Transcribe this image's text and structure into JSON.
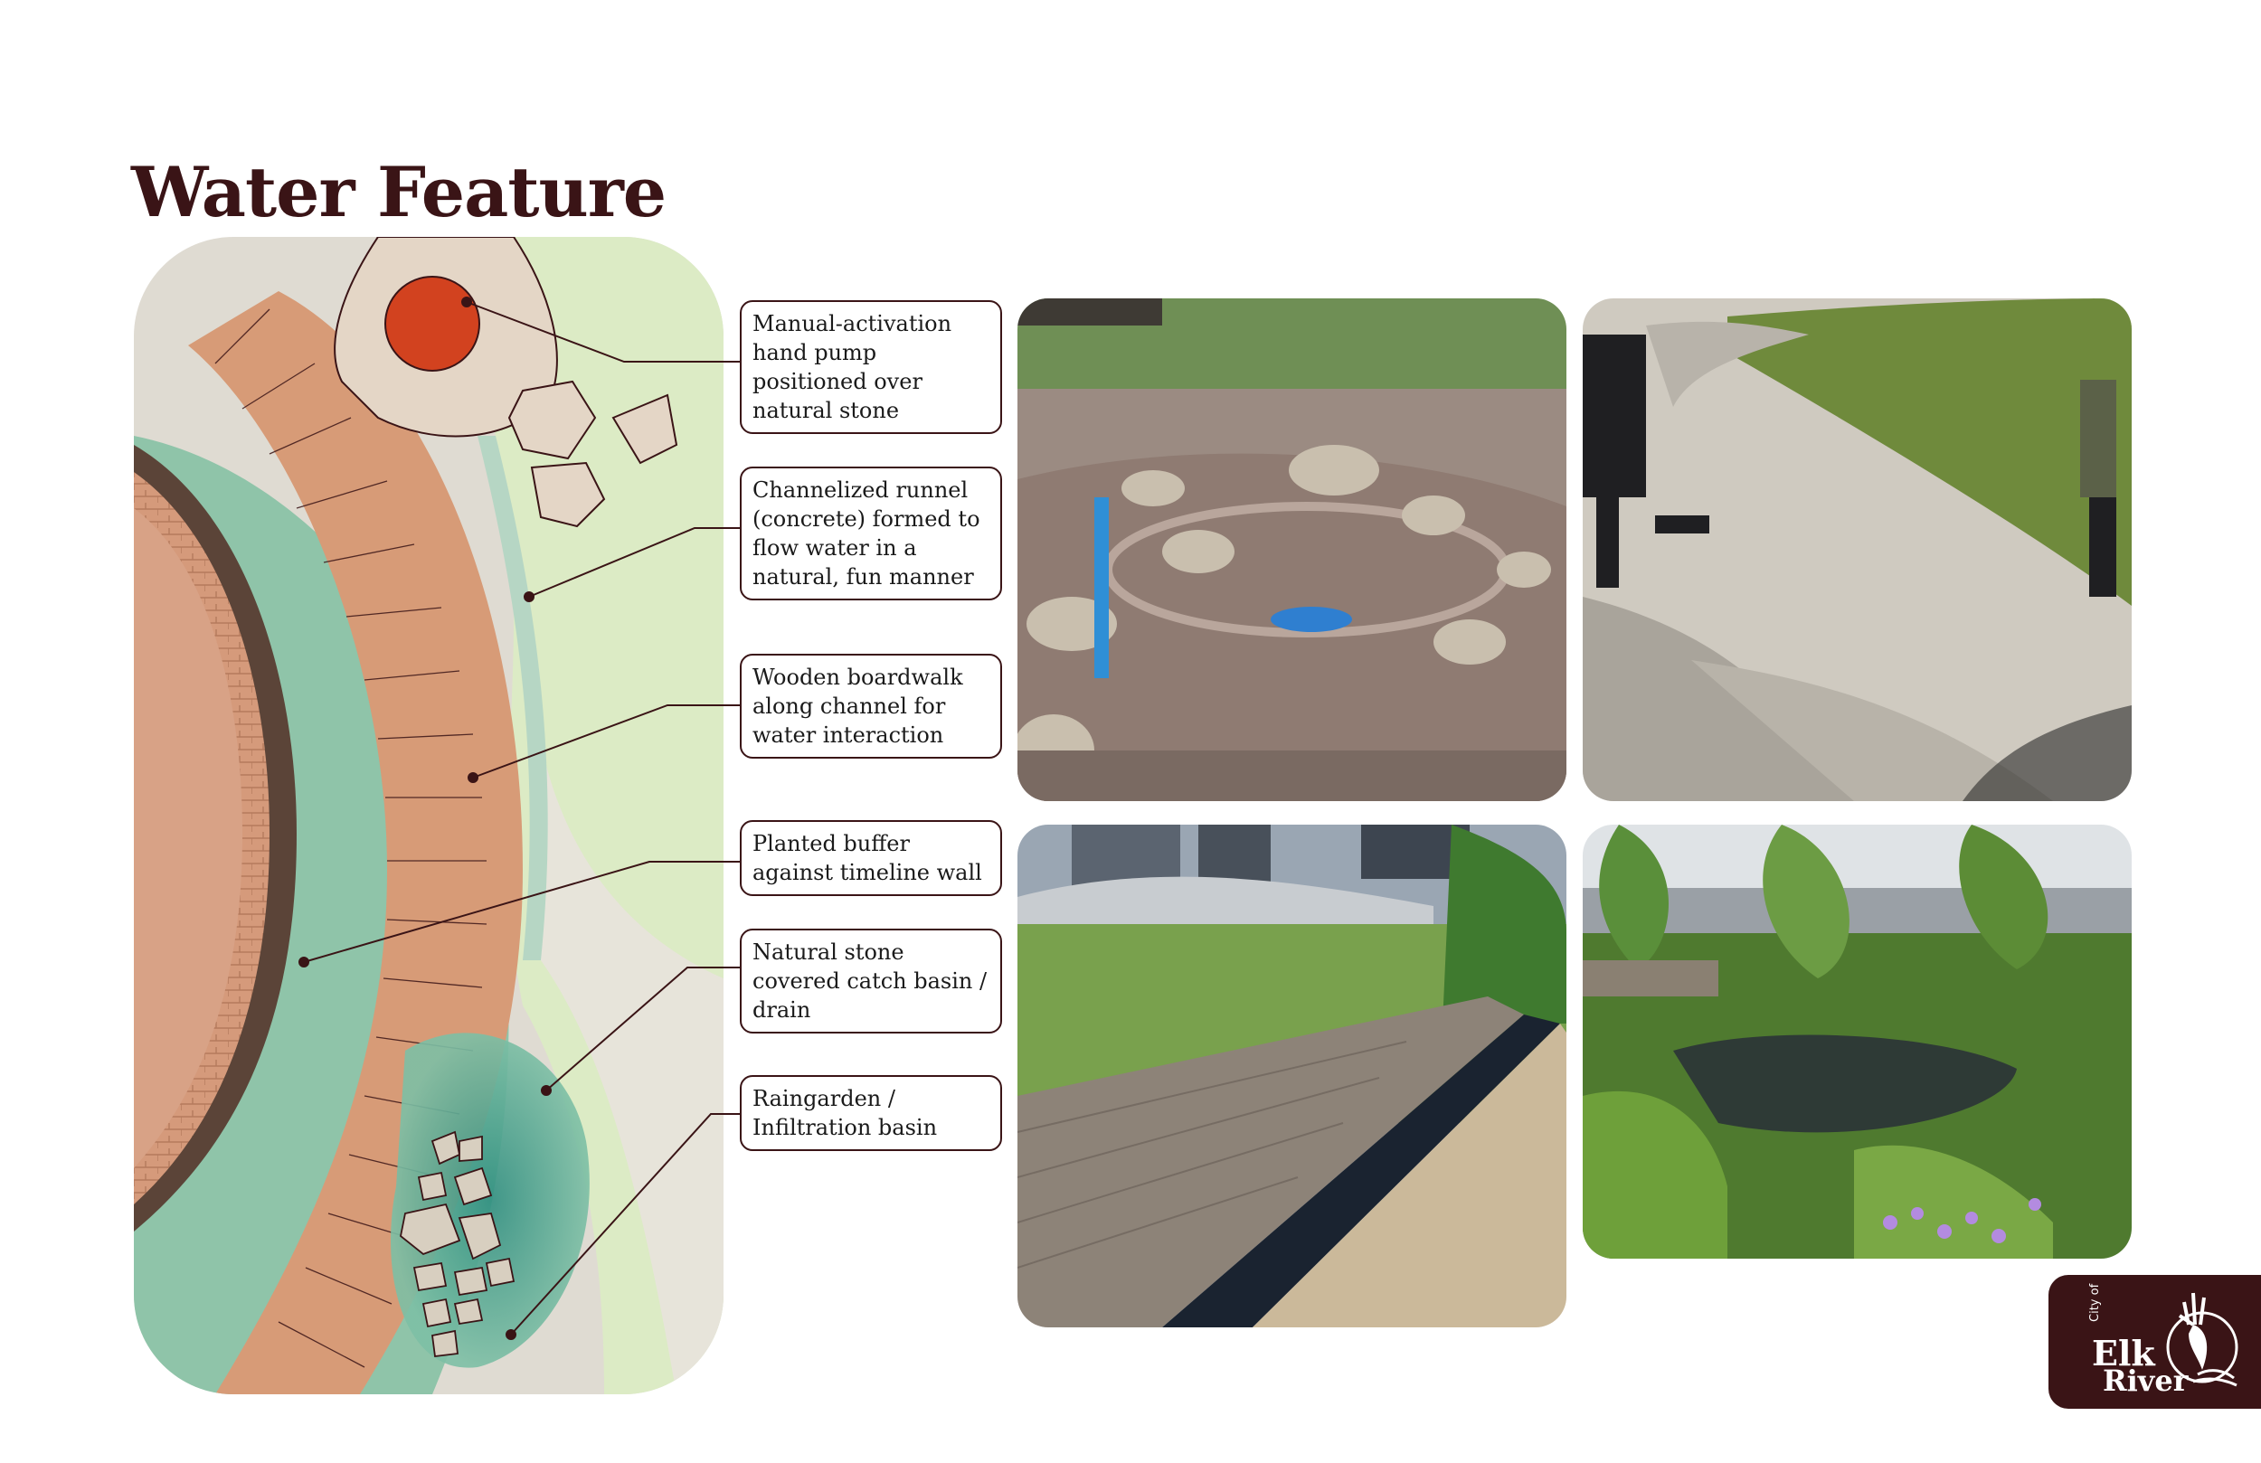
{
  "page": {
    "title": "Water Feature"
  },
  "callouts": [
    {
      "text": "Manual-activation hand pump positioned over natural stone"
    },
    {
      "text": "Channelized runnel (concrete) formed to flow water in a natural, fun manner"
    },
    {
      "text": "Wooden boardwalk along channel for water interaction"
    },
    {
      "text": "Planted buffer against timeline wall"
    },
    {
      "text": "Natural stone covered catch basin / drain"
    },
    {
      "text": "Raingarden / Infiltration basin"
    }
  ],
  "photos": [
    {
      "name": "splash-pad-photo"
    },
    {
      "name": "kids-runnel-photo"
    },
    {
      "name": "boardwalk-channel-photo"
    },
    {
      "name": "raingarden-photo"
    }
  ],
  "logo": {
    "city": "City of",
    "line1": "Elk",
    "line2": "River",
    "icon": "elk-head-icon"
  },
  "colors": {
    "brand": "#3a1416",
    "pump": "#d2421f",
    "boardwalk": "#d79b77",
    "teal": "#8fc4a9",
    "lawn": "#dcebc5"
  }
}
